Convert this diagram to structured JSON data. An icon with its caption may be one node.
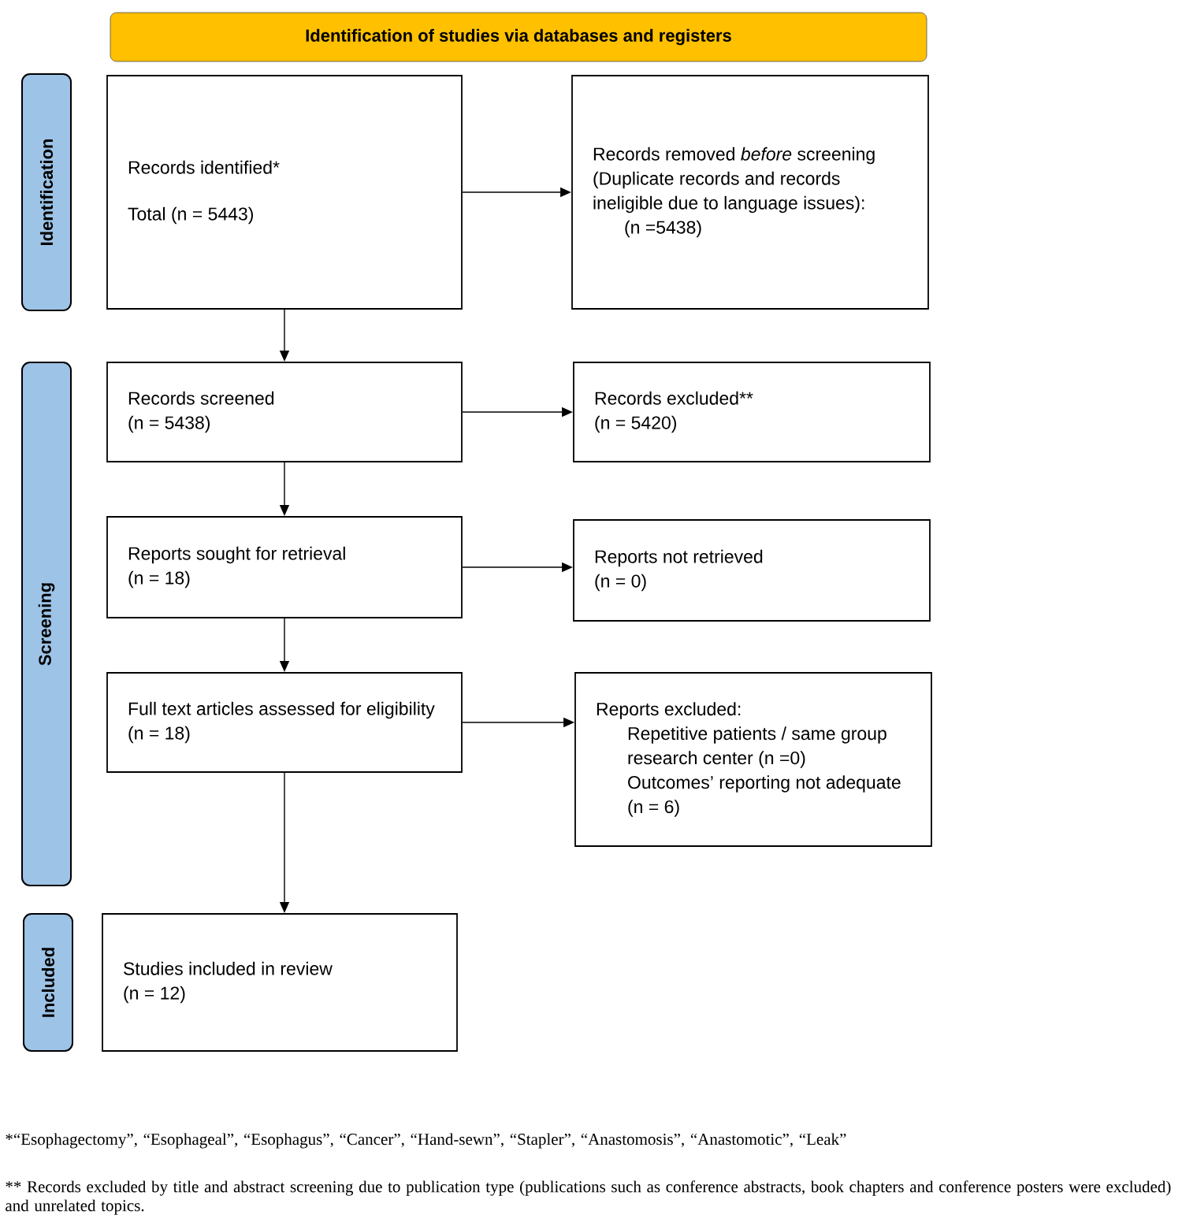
{
  "diagram": {
    "nodes": [
      {
        "text": [
          "Identification of studies via databases and registers"
        ]
      },
      {
        "text": [
          "Identification"
        ]
      },
      {
        "text": [
          "Screening"
        ]
      },
      {
        "text": [
          "Included"
        ]
      },
      {
        "text": [
          "Records identified*",
          "Total (n = 5443)"
        ]
      },
      {
        "text": [
          "Records removed *before* screening (Duplicate records and records ineligible due to language issues):",
          "(n =5438)"
        ]
      },
      {
        "text": [
          "Records screened",
          "(n = 5438)"
        ]
      },
      {
        "text": [
          "Records excluded**",
          "(n = 5420)"
        ]
      },
      {
        "text": [
          "Reports sought for retrieval",
          "(n = 18)"
        ]
      },
      {
        "text": [
          "Reports not retrieved",
          "(n = 0)"
        ]
      },
      {
        "text": [
          "Full text articles assessed for eligibility",
          "(n = 18)"
        ]
      },
      {
        "text": [
          "Reports excluded:",
          "Repetitive patients / same group research center (n =0)",
          "Outcomes’ reporting not adequate (n = 6)"
        ]
      },
      {
        "text": [
          "Studies included in review",
          "(n = 12)"
        ]
      }
    ],
    "edges": [
      {
        "from": 4,
        "to": 5,
        "arrow": "to"
      },
      {
        "from": 4,
        "to": 6,
        "arrow": "to"
      },
      {
        "from": 6,
        "to": 7,
        "arrow": "to"
      },
      {
        "from": 6,
        "to": 8,
        "arrow": "to"
      },
      {
        "from": 8,
        "to": 9,
        "arrow": "to"
      },
      {
        "from": 8,
        "to": 10,
        "arrow": "to"
      },
      {
        "from": 10,
        "to": 11,
        "arrow": "to"
      },
      {
        "from": 10,
        "to": 12,
        "arrow": "to"
      }
    ],
    "labels": [
      "*“Esophagectomy”, “Esophageal”, “Esophagus”, “Cancer”, “Hand-sewn”, “Stapler”, “Anastomosis”, “Anastomotic”, “Leak”",
      "** Records excluded by title and abstract screening due to publication type (publications such as conference abstracts, book chapters and conference posters were excluded) and unrelated topics."
    ]
  }
}
